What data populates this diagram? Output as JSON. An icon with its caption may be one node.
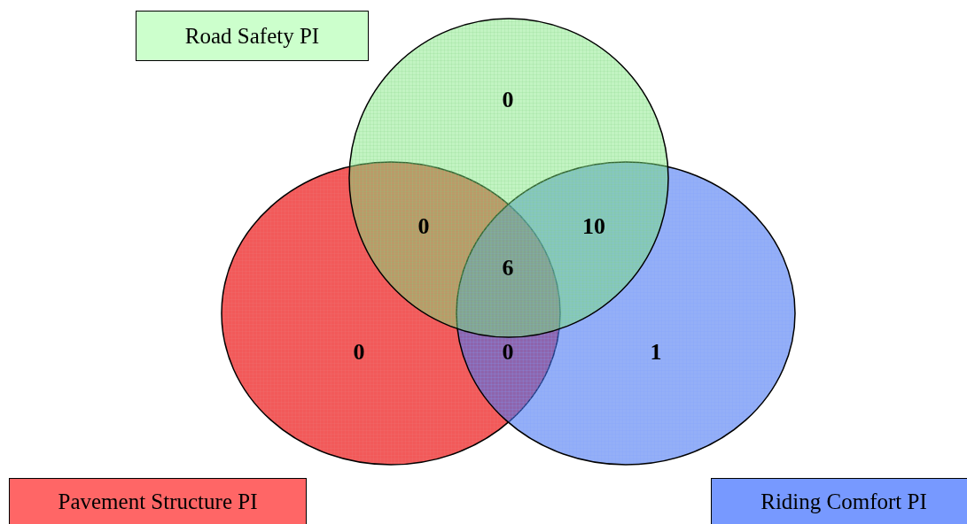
{
  "diagram": {
    "nodes": [
      {
        "text": [
          "Road Safety PI"
        ]
      },
      {
        "text": [],
        "shape": "circle"
      },
      {
        "text": [],
        "shape": "circle"
      },
      {
        "text": [],
        "shape": "circle"
      },
      {
        "text": [
          "Pavement Structure PI"
        ]
      },
      {
        "text": [
          "Riding Comfort PI"
        ]
      }
    ],
    "labels": [
      "0",
      "0",
      "10",
      "6",
      "0",
      "0",
      "1"
    ]
  }
}
